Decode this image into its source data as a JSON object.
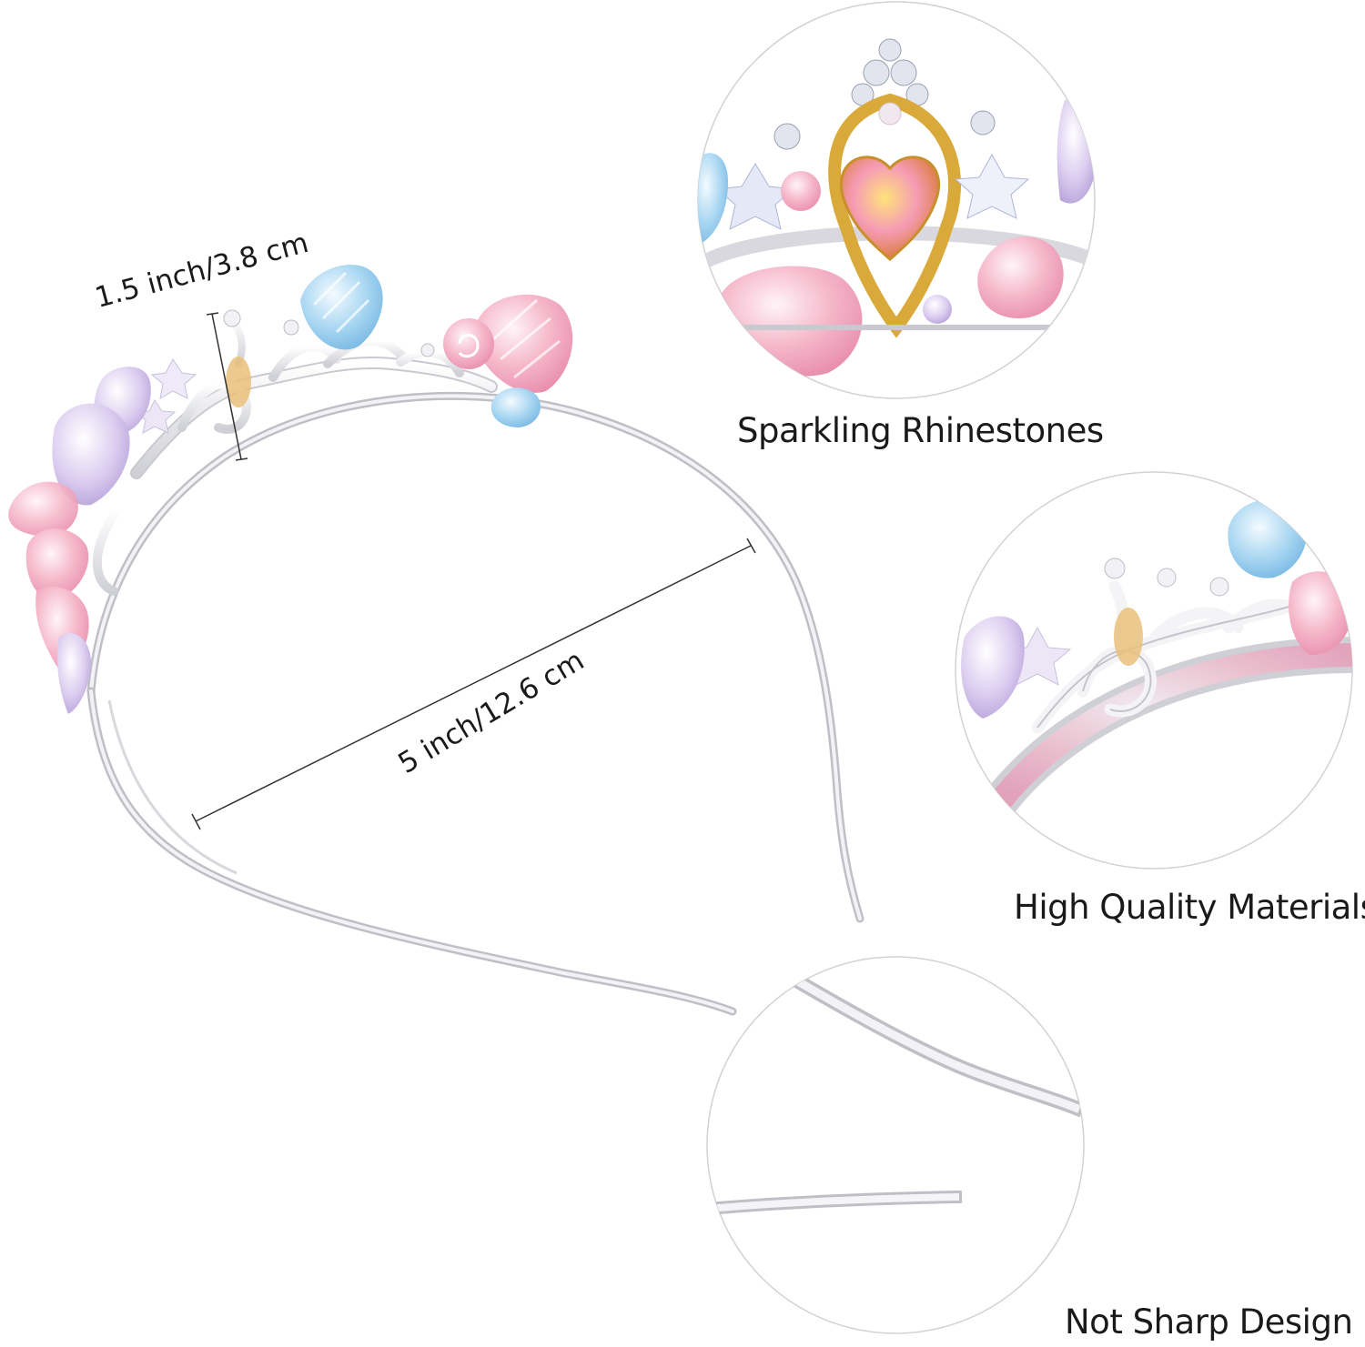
{
  "colors": {
    "band": "#e8e8ea",
    "band_edge": "#bdbdc2",
    "pink": "#f4b6c8",
    "blue": "#a9d6f0",
    "lavender": "#d9cbe8",
    "gold": "#d9a93a",
    "circle_border": "#cfcfcf"
  },
  "measurements": {
    "height_label": "1.5 inch/3.8 cm",
    "width_label": "5 inch/12.6 cm"
  },
  "features": [
    {
      "caption": "Sparkling Rhinestones",
      "icon": "crown-closeup-photo"
    },
    {
      "caption": "High Quality Materials",
      "icon": "filigree-closeup-photo"
    },
    {
      "caption": "Not Sharp Design",
      "icon": "band-tip-closeup-photo"
    }
  ]
}
